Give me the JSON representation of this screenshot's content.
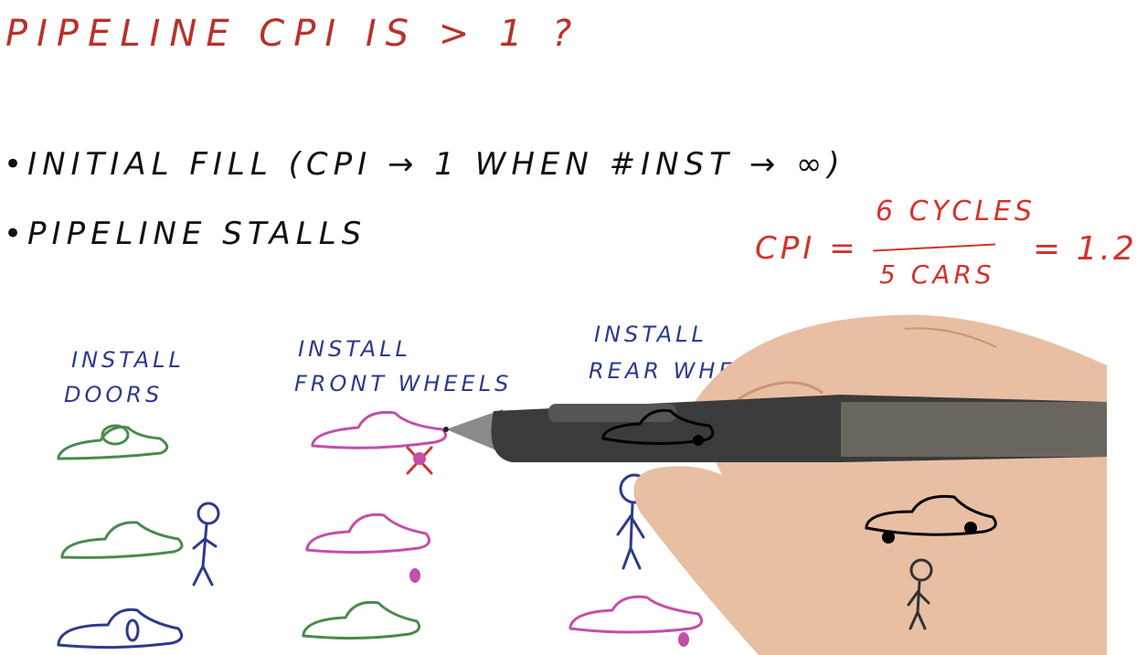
{
  "title": "PIPELINE CPI IS > 1 ?",
  "bullets": [
    "•INITIAL FILL (CPI → 1 WHEN #INST → ∞)",
    "•PIPELINE STALLS"
  ],
  "equation": {
    "lhs": "CPI =",
    "numerator": "6 CYCLES",
    "denominator": "5 CARS",
    "result": "= 1.2"
  },
  "stages": [
    {
      "line1": "INSTALL",
      "line2": "DOORS"
    },
    {
      "line1": "INSTALL",
      "line2": "FRONT WHEELS"
    },
    {
      "line1": "INSTALL",
      "line2": "REAR WHEELS"
    }
  ],
  "ellipsis": ". . . .",
  "colors": {
    "title": "#b8322a",
    "equation": "#d3332b",
    "stage_labels": "#2d3a8c",
    "car_green": "#4a8a4e",
    "car_magenta": "#c24fa8",
    "car_blue": "#2d3a8c"
  }
}
